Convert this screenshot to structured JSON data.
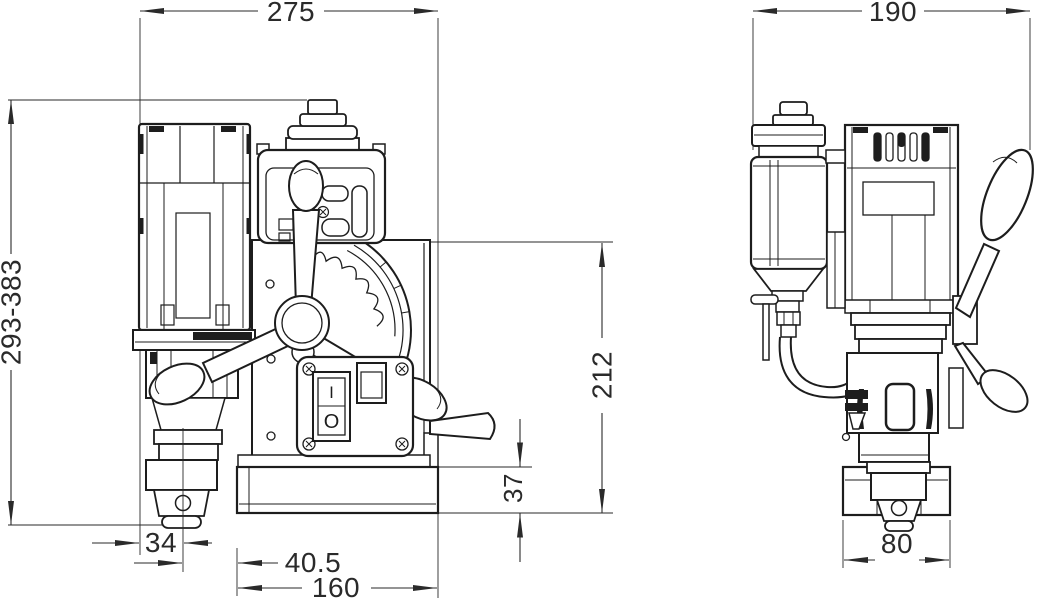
{
  "drawing": {
    "background_color": "#ffffff",
    "line_color": "#1d1d1d",
    "dimension_color": "#2a2a2a",
    "views": {
      "front": {
        "name": "front view of magnetic drill press"
      },
      "side": {
        "name": "side view of magnetic drill press"
      }
    },
    "dimensions": {
      "front_overall_width": "275",
      "side_overall_width": "190",
      "overall_height_range": "293-383",
      "column_height": "212",
      "base_height": "37",
      "left_edge_to_spindle_axis": "34",
      "spindle_axis_to_base": "40.5",
      "base_length": "160",
      "base_width": "80"
    },
    "power_switch": {
      "on_label": "I",
      "off_label": "O"
    }
  }
}
